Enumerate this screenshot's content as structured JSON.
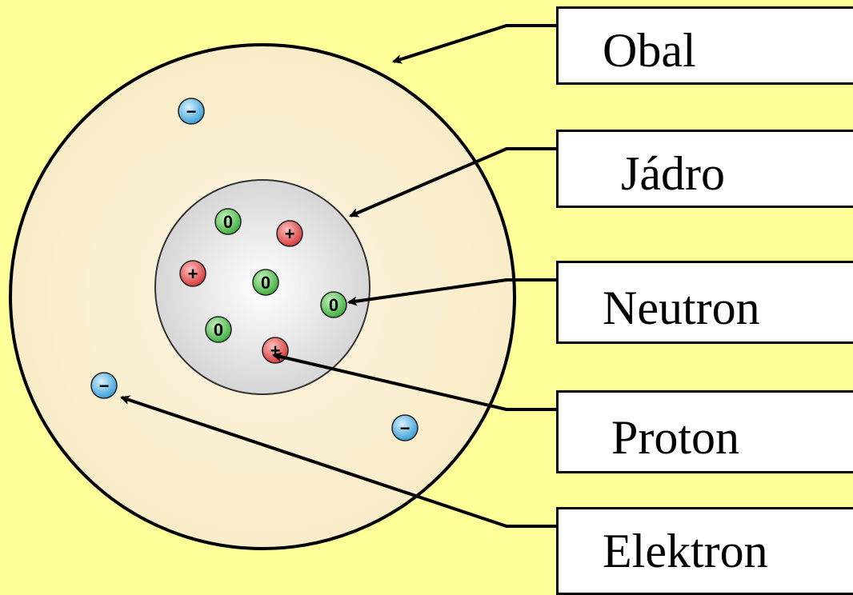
{
  "labels": {
    "shell": "Obal",
    "nucleus": "Jádro",
    "neutron": "Neutron",
    "proton": "Proton",
    "electron": "Elektron"
  },
  "particles": {
    "neutron_symbol": "0",
    "proton_symbol": "+",
    "electron_symbol": "−"
  },
  "colors": {
    "background": "#ffff99",
    "shell_fill": "#fbf0d6",
    "nucleus_fill": "#e3e3e3",
    "neutron": "#66cc66",
    "proton": "#e05a5a",
    "electron": "#5bb8e8"
  }
}
